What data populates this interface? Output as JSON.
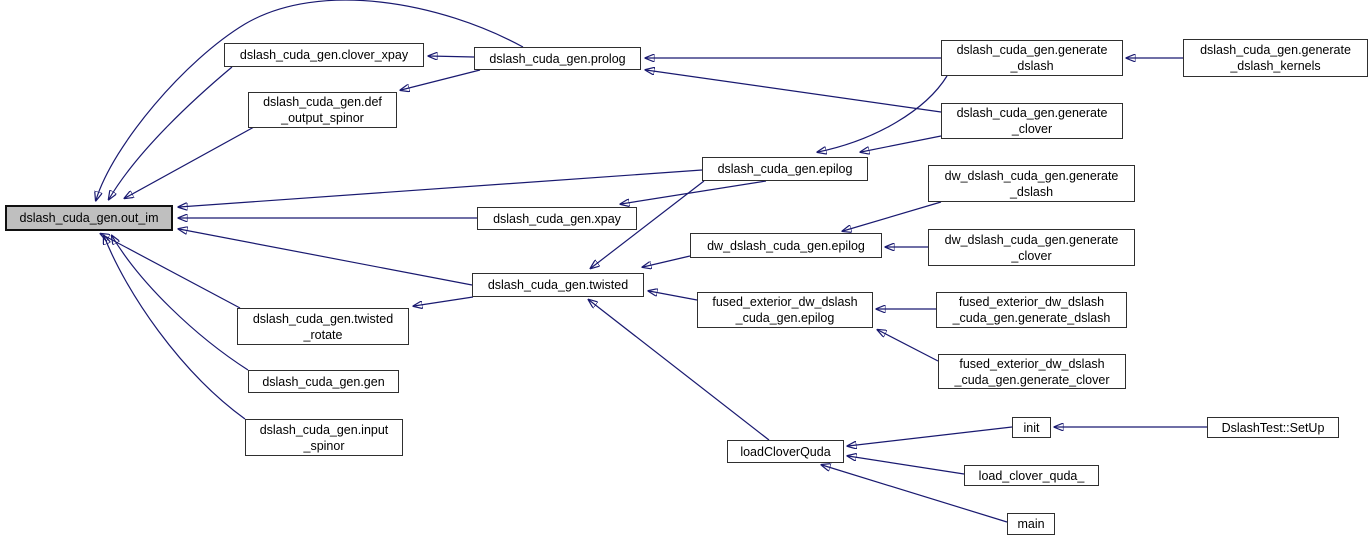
{
  "diagram": {
    "background": "#ffffff",
    "edge_color": "#191970",
    "highlight_node_fill": "#bfbfbf",
    "nodes": {
      "out_im": {
        "line1": "dslash_cuda_gen.out_im",
        "line2": "",
        "highlighted": true
      },
      "clover_xpay": {
        "line1": "dslash_cuda_gen.clover_xpay",
        "line2": ""
      },
      "def_output_spinor": {
        "line1": "dslash_cuda_gen.def",
        "line2": "_output_spinor"
      },
      "prolog": {
        "line1": "dslash_cuda_gen.prolog",
        "line2": ""
      },
      "epilog": {
        "line1": "dslash_cuda_gen.epilog",
        "line2": ""
      },
      "xpay": {
        "line1": "dslash_cuda_gen.xpay",
        "line2": ""
      },
      "twisted": {
        "line1": "dslash_cuda_gen.twisted",
        "line2": ""
      },
      "twisted_rotate": {
        "line1": "dslash_cuda_gen.twisted",
        "line2": "_rotate"
      },
      "gen": {
        "line1": "dslash_cuda_gen.gen",
        "line2": ""
      },
      "input_spinor": {
        "line1": "dslash_cuda_gen.input",
        "line2": "_spinor"
      },
      "dw_epilog": {
        "line1": "dw_dslash_cuda_gen.epilog",
        "line2": ""
      },
      "fused_epilog": {
        "line1": "fused_exterior_dw_dslash",
        "line2": "_cuda_gen.epilog"
      },
      "generate_dslash": {
        "line1": "dslash_cuda_gen.generate",
        "line2": "_dslash"
      },
      "generate_clover": {
        "line1": "dslash_cuda_gen.generate",
        "line2": "_clover"
      },
      "dw_generate_dslash": {
        "line1": "dw_dslash_cuda_gen.generate",
        "line2": "_dslash"
      },
      "dw_generate_clover": {
        "line1": "dw_dslash_cuda_gen.generate",
        "line2": "_clover"
      },
      "generate_dslash_kernels": {
        "line1": "dslash_cuda_gen.generate",
        "line2": "_dslash_kernels"
      },
      "fused_generate_dslash": {
        "line1": "fused_exterior_dw_dslash",
        "line2": "_cuda_gen.generate_dslash"
      },
      "fused_generate_clover": {
        "line1": "fused_exterior_dw_dslash",
        "line2": "_cuda_gen.generate_clover"
      },
      "loadCloverQuda": {
        "line1": "loadCloverQuda",
        "line2": ""
      },
      "init": {
        "line1": "init",
        "line2": ""
      },
      "DslashTest_SetUp": {
        "line1": "DslashTest::SetUp",
        "line2": ""
      },
      "load_clover_quda_": {
        "line1": "load_clover_quda_",
        "line2": ""
      },
      "main": {
        "line1": "main",
        "line2": ""
      }
    },
    "edges": [
      {
        "from": "prolog",
        "to": "out_im"
      },
      {
        "from": "clover_xpay",
        "to": "out_im"
      },
      {
        "from": "def_output_spinor",
        "to": "out_im"
      },
      {
        "from": "epilog",
        "to": "out_im"
      },
      {
        "from": "xpay",
        "to": "out_im"
      },
      {
        "from": "twisted",
        "to": "out_im"
      },
      {
        "from": "twisted_rotate",
        "to": "out_im"
      },
      {
        "from": "gen",
        "to": "out_im"
      },
      {
        "from": "input_spinor",
        "to": "out_im"
      },
      {
        "from": "prolog",
        "to": "clover_xpay"
      },
      {
        "from": "prolog",
        "to": "def_output_spinor"
      },
      {
        "from": "generate_dslash",
        "to": "prolog"
      },
      {
        "from": "generate_clover",
        "to": "prolog"
      },
      {
        "from": "generate_dslash",
        "to": "epilog"
      },
      {
        "from": "generate_clover",
        "to": "epilog"
      },
      {
        "from": "epilog",
        "to": "xpay"
      },
      {
        "from": "epilog",
        "to": "twisted"
      },
      {
        "from": "dw_epilog",
        "to": "twisted"
      },
      {
        "from": "fused_epilog",
        "to": "twisted"
      },
      {
        "from": "loadCloverQuda",
        "to": "twisted"
      },
      {
        "from": "twisted",
        "to": "twisted_rotate"
      },
      {
        "from": "dw_generate_dslash",
        "to": "dw_epilog"
      },
      {
        "from": "dw_generate_clover",
        "to": "dw_epilog"
      },
      {
        "from": "fused_generate_dslash",
        "to": "fused_epilog"
      },
      {
        "from": "fused_generate_clover",
        "to": "fused_epilog"
      },
      {
        "from": "generate_dslash_kernels",
        "to": "generate_dslash"
      },
      {
        "from": "init",
        "to": "loadCloverQuda"
      },
      {
        "from": "load_clover_quda_",
        "to": "loadCloverQuda"
      },
      {
        "from": "main",
        "to": "loadCloverQuda"
      },
      {
        "from": "DslashTest_SetUp",
        "to": "init"
      }
    ]
  }
}
